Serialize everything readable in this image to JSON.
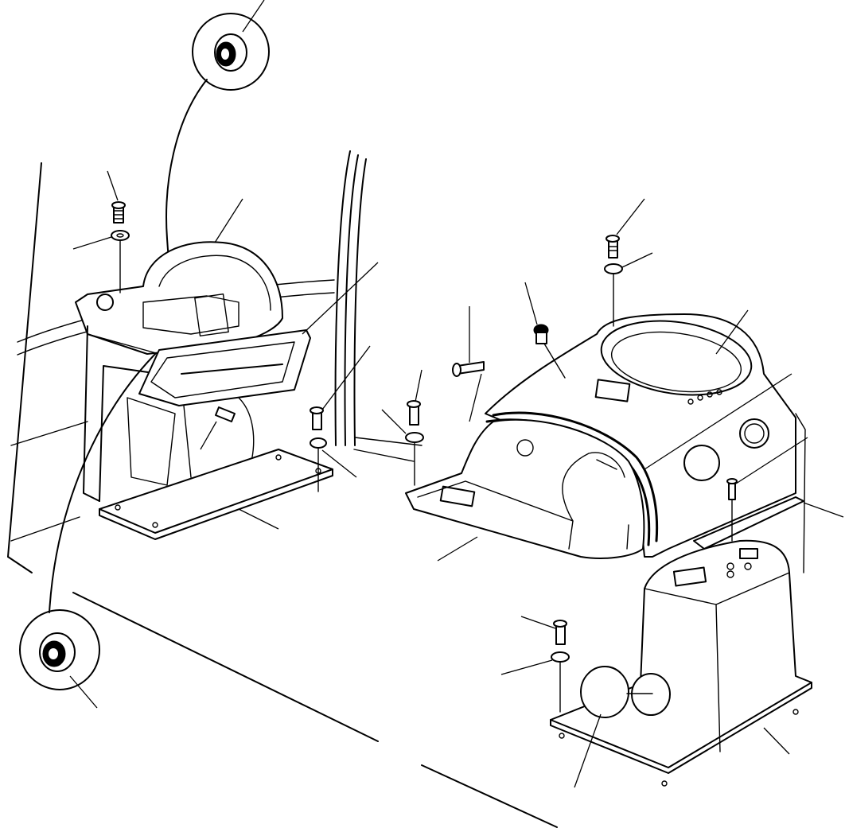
{
  "diagram": {
    "style": "exploded parts illustration, black line art on white",
    "colors": {
      "ink": "#000000",
      "paper": "#ffffff"
    },
    "parts": [
      "grommet-detail-top",
      "grommet-detail-bottom",
      "left-control-console",
      "left-console-panel",
      "left-floor-plate",
      "front-instrument-console",
      "console-edge-seal",
      "right-side-console",
      "console-cover-plate",
      "mounting-bolt",
      "washer",
      "knob"
    ]
  }
}
